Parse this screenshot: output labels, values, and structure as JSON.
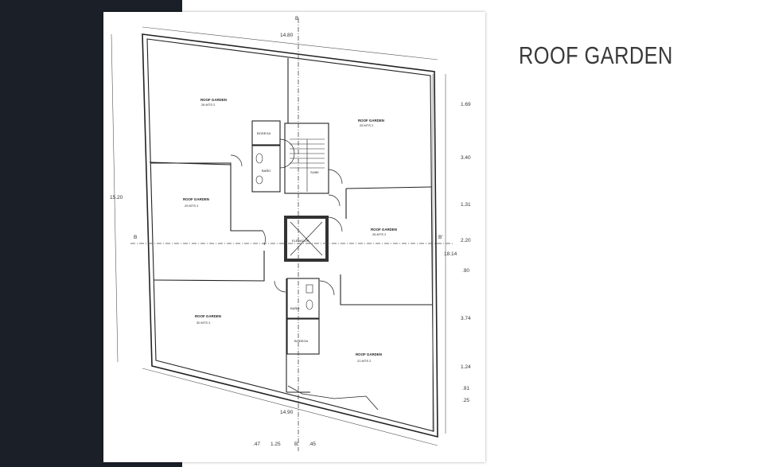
{
  "title": "ROOF GARDEN",
  "plan": {
    "rooms": [
      {
        "name": "ROOF GARDEN",
        "area": "26 MTS 2"
      },
      {
        "name": "ROOF GARDEN",
        "area": "25 MTS 2"
      },
      {
        "name": "ROOF GARDEN",
        "area": "29 MTS 2"
      },
      {
        "name": "ROOF GARDEN",
        "area": "26 MTS 2"
      },
      {
        "name": "ROOF GARDEN",
        "area": "30 MTS 2"
      },
      {
        "name": "ROOF GARDEN",
        "area": "21 MTS 2"
      }
    ],
    "bodega_top": "BODEGA",
    "bano_top": "BAÑO",
    "bano_bottom": "BAÑO",
    "bodega_bottom": "BODEGA",
    "elevator": "ELEVADOR",
    "stair_label": "SUBE",
    "dims": {
      "top": "14.80",
      "left": "15.20",
      "bottom": "14.90",
      "right_total": "18.14",
      "right_segments": [
        "1.69",
        "3.40",
        "1.31",
        "2.20",
        ".90",
        "3.74",
        "1.24",
        ".91",
        ".25"
      ],
      "bottom_small": [
        ".47",
        "1.25",
        ".45"
      ]
    },
    "section_marks": {
      "b_top": "B",
      "b_left": "B",
      "b_right": "B'",
      "b_bottom": "B'"
    }
  }
}
